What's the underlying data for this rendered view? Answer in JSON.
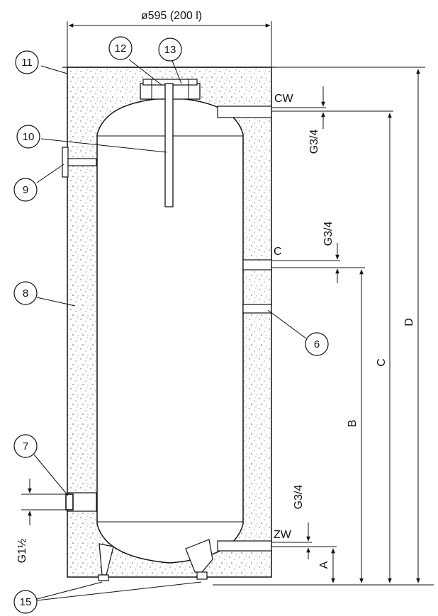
{
  "dimensions": {
    "diameter": "ø595 (200 l)",
    "a": "A",
    "b": "B",
    "c": "C",
    "d": "D"
  },
  "connections": {
    "cw": "CW",
    "cw_thread": "G3/4",
    "c": "C",
    "c_thread": "G3/4",
    "zw": "ZW",
    "zw_thread": "G3/4",
    "side_thread": "G1½"
  },
  "callouts": [
    "6",
    "7",
    "8",
    "9",
    "10",
    "11",
    "12",
    "13",
    "15"
  ],
  "colors": {
    "line": "#111111",
    "insulation_dot": "#555555",
    "background": "#ffffff"
  }
}
